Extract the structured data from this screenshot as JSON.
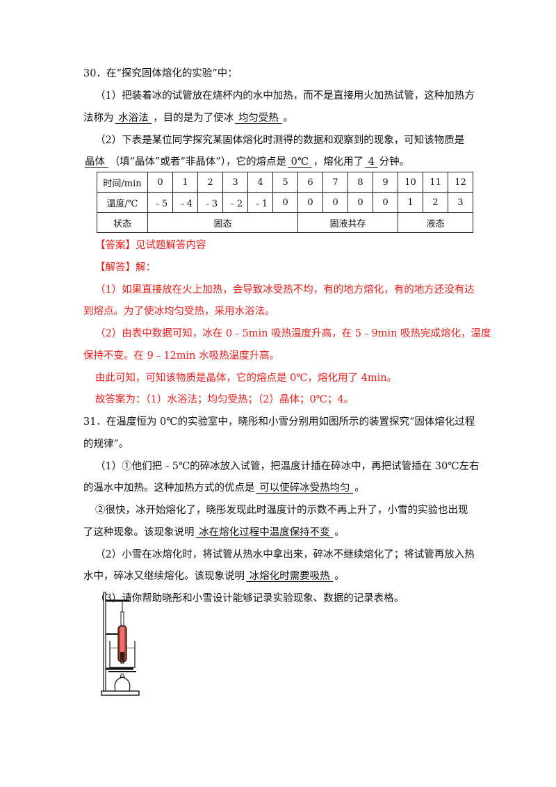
{
  "q30": {
    "title": "30．在“探究固体熔化的实验”中：",
    "p1_line1": "（1）把装着冰的试管放在烧杯内的水中加热，而不是直接用火加热试管，这种加热方",
    "p1_line2_pre": "法称为",
    "p1_ans1": "  水浴法  ",
    "p1_line2_mid": "，目的是为了使冰",
    "p1_ans2": "  均匀受热  ",
    "p1_line2_end": "。",
    "p2_line1": "（2）下表是某位同学探究某固体熔化时测得的数据和观察到的现象，可知该物质是",
    "p2_ans1": "晶体  ",
    "p2_line2_mid1": "（填“晶体”或者“非晶体”），它的熔点是",
    "p2_ans2": "  0℃  ",
    "p2_line2_mid2": "，熔化用了",
    "p2_ans3": "  4  ",
    "p2_line2_end": "分钟。",
    "table": {
      "time_label": "时间/min",
      "times": [
        "0",
        "1",
        "2",
        "3",
        "4",
        "5",
        "6",
        "7",
        "8",
        "9",
        "10",
        "11",
        "12"
      ],
      "temp_label": "温度/℃",
      "temps": [
        "﹣5",
        "﹣4",
        "﹣3",
        "﹣2",
        "﹣1",
        "0",
        "0",
        "0",
        "0",
        "0",
        "1",
        "2",
        "3"
      ],
      "state_label": "状态",
      "states": [
        "固态",
        "固液共存",
        "液态"
      ]
    },
    "answer": "【答案】见试题解答内容",
    "analysis_head": "【解答】解：",
    "a1_line1": "（1）如果直接放在火上加热，会导致冰受热不均，有的地方熔化，有的地方还没有达",
    "a1_line2": "到熔点。为了使冰均匀受热，采用水浴法。",
    "a2_line1": "（2）由表中数据可知，冰在 0﹣5min 吸热温度升高，在 5﹣9min 吸热完成熔化，温度",
    "a2_line2": "保持不变。在 9﹣12min 水吸热温度升高。",
    "a3": "由此可知，可知该物质是晶体，它的熔点是 0℃，熔化用了 4min。",
    "final": "故答案为：（1）水浴法；均匀受热；（2）晶体；0℃；4。"
  },
  "q31": {
    "title_line1": "31．在温度恒为 0℃的实验室中，晓彤和小雪分别用如图所示的装置探究“固体熔化过程",
    "title_line2": "的规律”。",
    "p1_line1": "（1）①他们把﹣5℃的碎冰放入试管，把温度计插在碎冰中，再把试管插在 30℃左右",
    "p1_line2_pre": "的温水中加热。这种加热方式的优点是",
    "p1_ans": "  可以使碎冰受热均匀  ",
    "p1_line2_end": "。",
    "p1b_line1": "②很快，冰开始熔化了，晓彤发现此时温度计的示数不再上升了，小雪的实验也出现",
    "p1b_line2_pre": "了这种现象。该现象说明",
    "p1b_ans": "  冰在熔化过程中温度保持不变  ",
    "p1b_line2_end": "。",
    "p2_line1": "（2）小雪在冰熔化时，将试管从热水中拿出来，碎冰不继续熔化了；将试管再放入热",
    "p2_line2_pre": "水中，碎冰又继续熔化。该现象说明",
    "p2_ans": "  冰熔化时需要吸热  ",
    "p2_line2_end": "。",
    "p3": "（3）请你帮助晓彤和小雪设计能够记录实验现象、数据的记录表格。"
  },
  "colors": {
    "answer_red": "#e8211f",
    "text": "#111111",
    "tube_red": "#c0392b"
  }
}
